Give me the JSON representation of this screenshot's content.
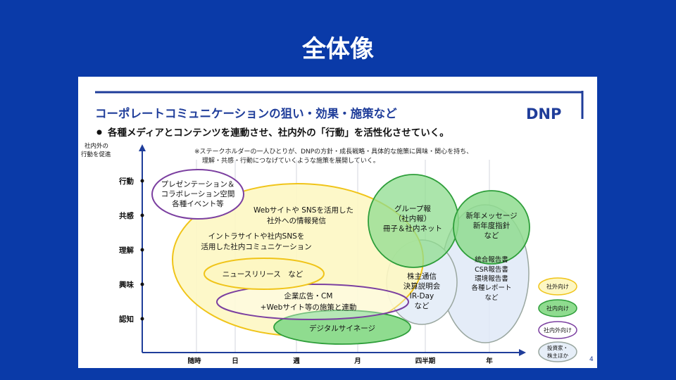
{
  "page": {
    "title": "全体像"
  },
  "slide": {
    "heading": "コーポレートコミュニケーションの狙い・効果・施策など",
    "logo": "DNP",
    "bullet": "各種メディアとコンテンツを連動させ、社内外の「行動」を活性化させていく。",
    "note_line1": "※ステークホルダーの一人ひとりが、DNPの方針・成長戦略・具体的な施策に興味・関心を持ち、",
    "note_line2": "理解・共感・行動につなげていくような施策を展開していく。",
    "page_number": "4"
  },
  "axes": {
    "y_title_line1": "社内外の",
    "y_title_line2": "行動を促進",
    "y_levels": [
      "行動",
      "共感",
      "理解",
      "興味",
      "認知"
    ],
    "x_levels": [
      "随時",
      "日",
      "週",
      "月",
      "四半期",
      "年"
    ]
  },
  "shapes": {
    "big_yellow_line1": "Webサイトや SNSを活用した",
    "big_yellow_line2": "社外への情報発信",
    "big_yellow_line3": "イントラサイトや社内SNSを",
    "big_yellow_line4": "活用した社内コミュニケーション",
    "presentation_line1": "プレゼンテーション＆",
    "presentation_line2": "コラボレーション空間",
    "presentation_line3": "各種イベント等",
    "group_line1": "グループ報",
    "group_line2": "（社内報）",
    "group_line3": "冊子＆社内ネット",
    "newyear_line1": "新年メッセージ",
    "newyear_line2": "新年度指針",
    "newyear_line3": "など",
    "shareholder_line1": "株主通信",
    "shareholder_line2": "決算説明会",
    "shareholder_line3": "IR-Day",
    "shareholder_line4": "など",
    "report_line1": "統合報告書",
    "report_line2": "CSR報告書",
    "report_line3": "環境報告書",
    "report_line4": "各種レポート",
    "report_line5": "など",
    "newsrelease": "ニュースリリース　など",
    "ad_line1": "企業広告・CM",
    "ad_line2": "+Webサイト等の施策と連動",
    "signage": "デジタルサイネージ"
  },
  "legend": {
    "external": "社外向け",
    "internal": "社内向け",
    "both": "社内外向け",
    "investor_line1": "投資家・",
    "investor_line2": "株主ほか"
  },
  "colors": {
    "background": "#0a3aa8",
    "heading_blue": "#1f3d9a",
    "yellow_fill": "#fdf7c3",
    "yellow_stroke": "#f0c419",
    "green_fill": "#8fdc8f",
    "green_stroke": "#2e9e3a",
    "purple_stroke": "#7b3fa0",
    "light_blue_fill": "#dfe9f7",
    "grey_stroke": "#9aa7a0"
  }
}
